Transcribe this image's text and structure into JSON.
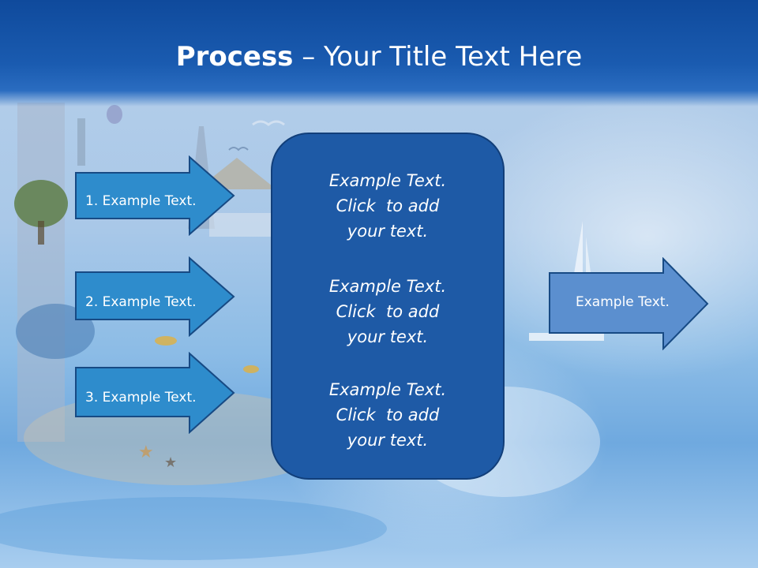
{
  "title": {
    "bold": "Process",
    "rest": " – Your Title Text Here"
  },
  "left_arrows": [
    {
      "label": "1. Example Text."
    },
    {
      "label": "2. Example Text."
    },
    {
      "label": "3. Example Text."
    }
  ],
  "center_blocks": [
    {
      "lines": [
        "Example Text.",
        "Click  to add",
        "your text."
      ]
    },
    {
      "lines": [
        "Example Text.",
        "Click  to add",
        "your text."
      ]
    },
    {
      "lines": [
        "Example Text.",
        "Click  to add",
        "your text."
      ]
    }
  ],
  "right_arrow": {
    "label": "Example Text."
  },
  "colors": {
    "header": "#1a5bb0",
    "arrow_fill": "#2e8ccc",
    "arrow_stroke": "#174a84",
    "center_box": "#1e5aa6",
    "right_arrow_fill": "#5b8fcf"
  }
}
